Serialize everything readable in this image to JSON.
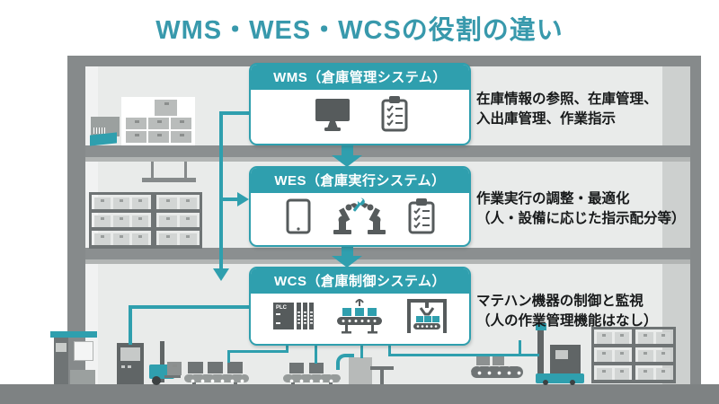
{
  "title": "WMS・WES・WCSの役割の違い",
  "colors": {
    "accent_teal": "#2f9fae",
    "title_teal": "#3899ac",
    "icon_gray": "#565b5c",
    "structure_gray": "#868a8b",
    "interior_gray": "#e9ebea",
    "text_dark": "#17191a"
  },
  "systems": [
    {
      "id": "wms",
      "header": "WMS（倉庫管理システム）",
      "description_lines": [
        "在庫情報の参照、在庫管理、",
        "入出庫管理、作業指示"
      ],
      "icons": [
        "monitor-icon",
        "clipboard-checklist-icon"
      ]
    },
    {
      "id": "wes",
      "header": "WES（倉庫実行システム）",
      "description_lines": [
        "作業実行の調整・最適化",
        "（人・設備に応じた指示配分等）"
      ],
      "icons": [
        "tablet-icon",
        "robot-arms-icon",
        "clipboard-checklist-icon"
      ]
    },
    {
      "id": "wcs",
      "header": "WCS（倉庫制御システム）",
      "description_lines": [
        "マテハン機器の制御と監視",
        "（人の作業管理機能はなし）"
      ],
      "icons": [
        "plc-icon",
        "conveyor-icon",
        "gantry-crane-icon"
      ],
      "plc_label": "PLC"
    }
  ]
}
